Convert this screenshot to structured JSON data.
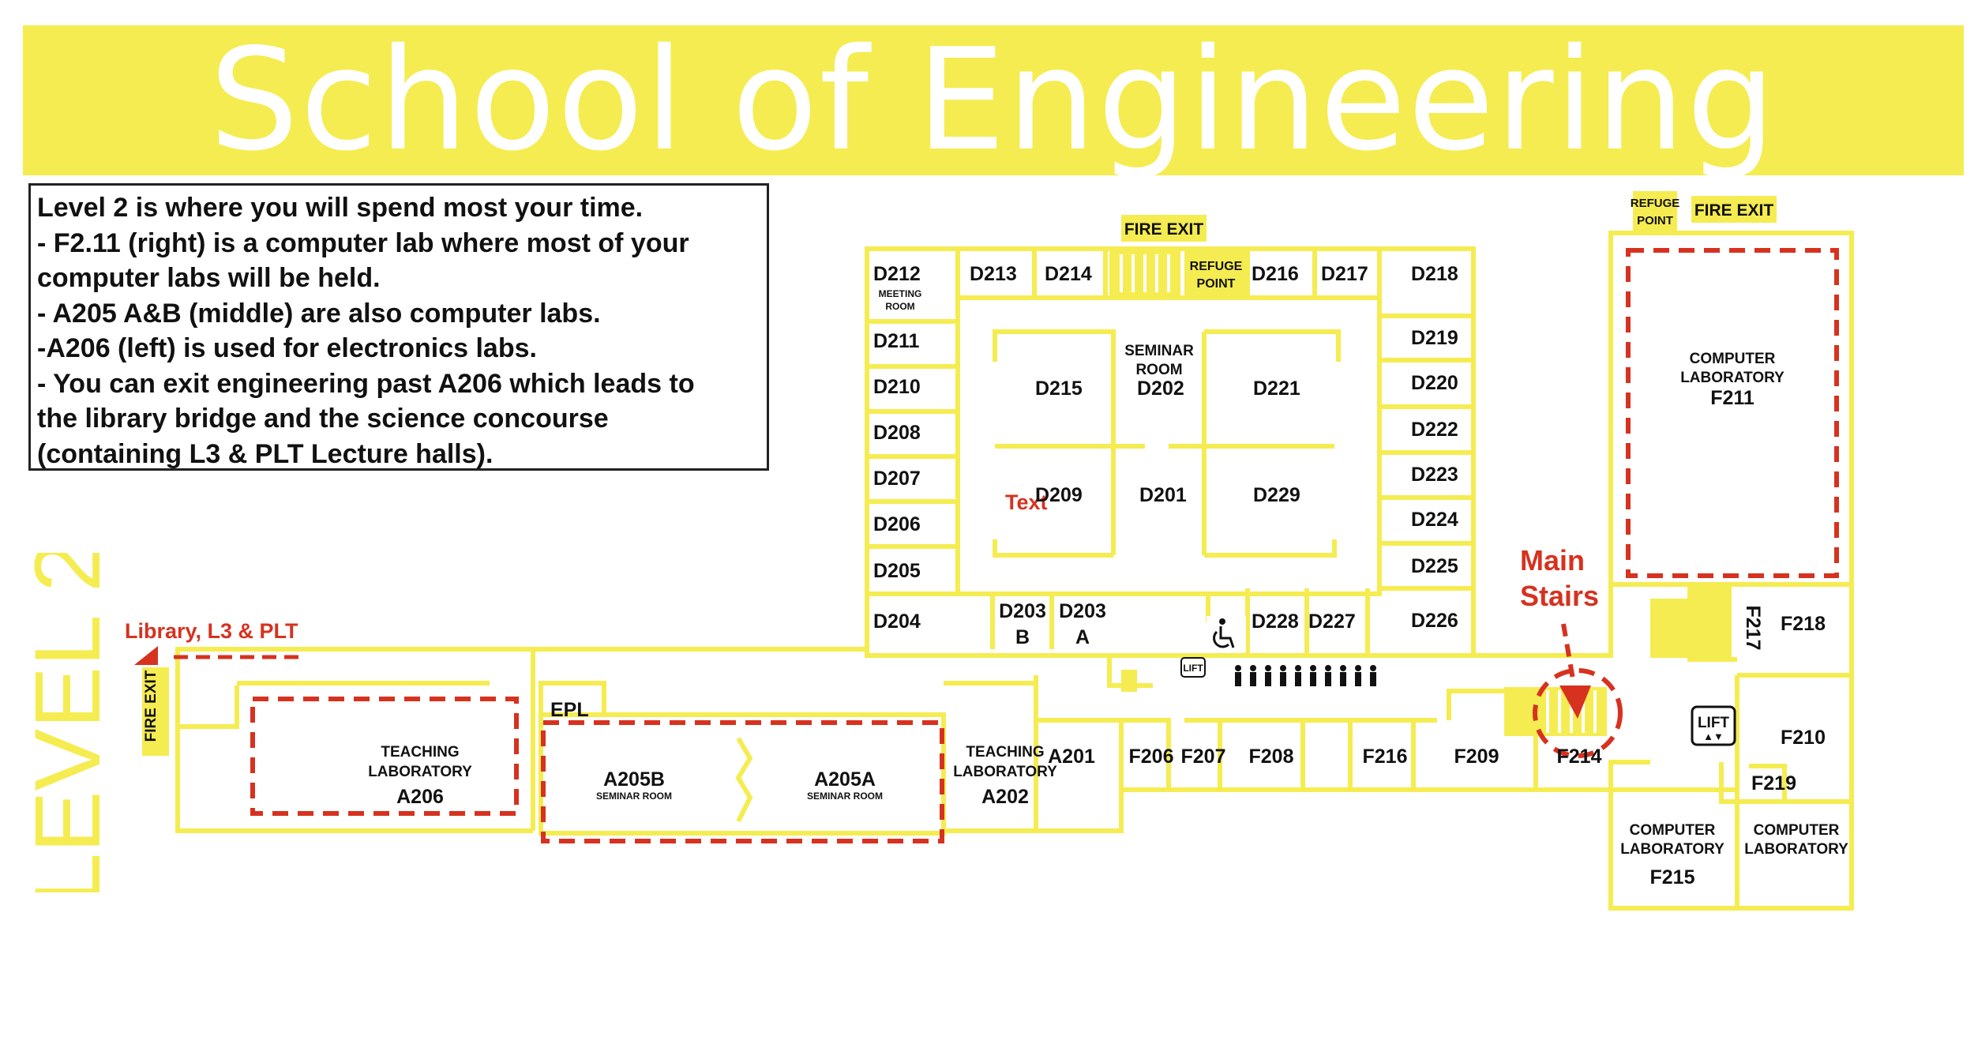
{
  "title": "School of Engineering",
  "level_label": "LEVEL 2",
  "info_lines": [
    "Level 2 is where you will spend most your time.",
    "- F2.11 (right) is a computer lab where most of your",
    "computer labs will be held.",
    "- A205 A&B (middle) are also computer labs.",
    "-A206 (left) is used for electronics labs.",
    "- You can exit engineering past A206 which leads to",
    "the library bridge and the science concourse",
    "(containing L3 & PLT Lecture halls)."
  ],
  "signs": {
    "fire_exit_top": "FIRE EXIT",
    "refuge_point_top": [
      "REFUGE",
      "POINT"
    ],
    "fire_exit_right": "FIRE EXIT",
    "refuge_point_right": [
      "REFUGE",
      "POINT"
    ],
    "fire_exit_left": "FIRE EXIT",
    "lift_small": "LIFT",
    "lift_right": "LIFT",
    "lift_arrows": "▲▼"
  },
  "annotations": {
    "library": "Library, L3 & PLT",
    "main_stairs": [
      "Main",
      "Stairs"
    ],
    "text_marker": "Text"
  },
  "rooms": {
    "D212": "D212",
    "D212_sub": [
      "MEETING",
      "ROOM"
    ],
    "D213": "D213",
    "D214": "D214",
    "D216": "D216",
    "D217": "D217",
    "D218": "D218",
    "D211": "D211",
    "D210": "D210",
    "D208": "D208",
    "D207": "D207",
    "D206": "D206",
    "D205": "D205",
    "D204": "D204",
    "D219": "D219",
    "D220": "D220",
    "D222": "D222",
    "D223": "D223",
    "D224": "D224",
    "D225": "D225",
    "D226": "D226",
    "D215": "D215",
    "D202_sub": [
      "SEMINAR",
      "ROOM"
    ],
    "D202": "D202",
    "D221": "D221",
    "D209": "D209",
    "D201": "D201",
    "D229": "D229",
    "D203B": [
      "D203",
      "B"
    ],
    "D203A": [
      "D203",
      "A"
    ],
    "D228": "D228",
    "D227": "D227",
    "F211_sub": [
      "COMPUTER",
      "LABORATORY"
    ],
    "F211": "F211",
    "F217": "F217",
    "F218": "F218",
    "F210": "F210",
    "F219": "F219",
    "F215_sub": [
      "COMPUTER",
      "LABORATORY"
    ],
    "F215": "F215",
    "F212_sub": [
      "COMPUTER",
      "LABORATORY"
    ],
    "A206_sub": [
      "TEACHING",
      "LABORATORY"
    ],
    "A206": "A206",
    "EPL": "EPL",
    "A205B": "A205B",
    "A205B_sub": "SEMINAR ROOM",
    "A205A": "A205A",
    "A205A_sub": "SEMINAR ROOM",
    "A202_sub": [
      "TEACHING",
      "LABORATORY"
    ],
    "A202": "A202",
    "A201": "A201",
    "F206": "F206",
    "F207": "F207",
    "F208": "F208",
    "F216": "F216",
    "F209": "F209",
    "F214": "F214"
  },
  "colors": {
    "accent_yellow": "#f5ec51",
    "highlight_red": "#d6321f",
    "text_dark": "#111111"
  }
}
